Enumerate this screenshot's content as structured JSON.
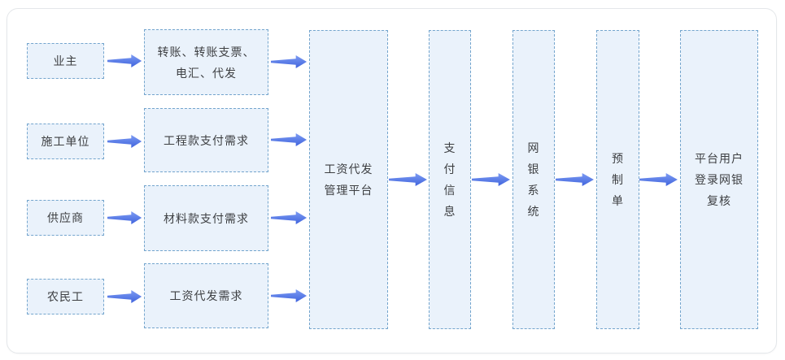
{
  "diagram": {
    "title": "salary-distribution-payment-flow",
    "colors": {
      "node_fill": "#eaf2fb",
      "node_border": "#74a5cd",
      "arrow_blue_light": "#7e9cf3",
      "arrow_blue_dark": "#3f63dd",
      "text": "#3d3f42",
      "card_border": "#e4e7ea"
    },
    "sources": [
      {
        "label": "业主"
      },
      {
        "label": "施工单位"
      },
      {
        "label": "供应商"
      },
      {
        "label": "农民工"
      }
    ],
    "demands": [
      {
        "label": "转账、转账支票、\n电汇、代发"
      },
      {
        "label": "工程款支付需求"
      },
      {
        "label": "材料款支付需求"
      },
      {
        "label": "工资代发需求"
      }
    ],
    "pipeline": [
      {
        "label": "工资代发\n管理平台"
      },
      {
        "label": "支\n付\n信\n息"
      },
      {
        "label": "网\n银\n系\n统"
      },
      {
        "label": "预\n制\n单"
      },
      {
        "label": "平台用户\n登录网银\n复核"
      }
    ]
  }
}
